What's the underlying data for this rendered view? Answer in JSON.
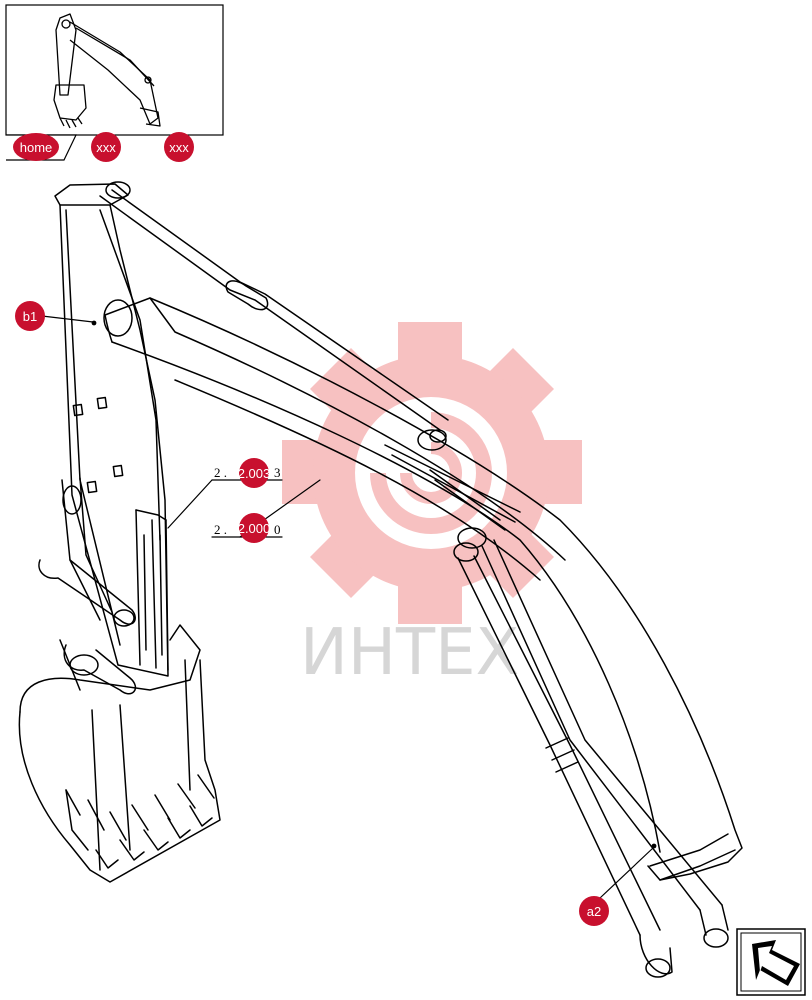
{
  "nav": {
    "home_label": "home",
    "crumb1_label": "xxx",
    "crumb2_label": "xxx"
  },
  "hotspots": {
    "b1": "b1",
    "a2": "a2"
  },
  "refs": {
    "ref1_left": "2 .",
    "ref1_mid": "2.003",
    "ref1_right": "3",
    "ref2_left": "2 .",
    "ref2_mid": "2.000",
    "ref2_right": "0"
  },
  "watermark": {
    "text": "ИНТЕХ"
  },
  "icons": {
    "nav_arrow": "arrow-return-icon"
  },
  "colors": {
    "badge": "#c8102e",
    "watermark_gear": "#f6b7b7",
    "line": "#000000"
  }
}
